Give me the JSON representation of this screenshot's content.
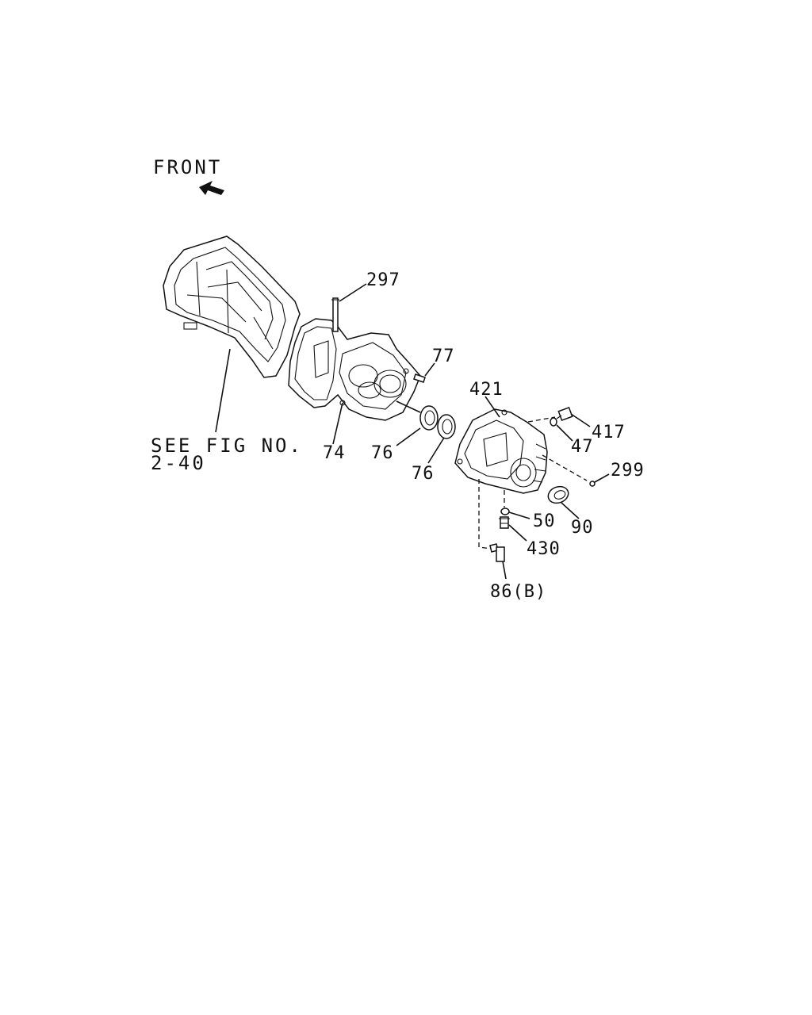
{
  "orientation": {
    "front_label": "FRONT",
    "arrow_icon": "front-direction-arrow-icon"
  },
  "reference": {
    "line1": "SEE FIG NO.",
    "line2": "2-40"
  },
  "callouts": [
    {
      "id": "297",
      "text": "297"
    },
    {
      "id": "77",
      "text": "77"
    },
    {
      "id": "74",
      "text": "74"
    },
    {
      "id": "76a",
      "text": "76"
    },
    {
      "id": "76b",
      "text": "76"
    },
    {
      "id": "421",
      "text": "421"
    },
    {
      "id": "417",
      "text": "417"
    },
    {
      "id": "47",
      "text": "47"
    },
    {
      "id": "299",
      "text": "299"
    },
    {
      "id": "50",
      "text": "50"
    },
    {
      "id": "90",
      "text": "90"
    },
    {
      "id": "430",
      "text": "430"
    },
    {
      "id": "86b",
      "text": "86(B)"
    }
  ],
  "colors": {
    "ink": "#111111",
    "background": "#ffffff"
  }
}
